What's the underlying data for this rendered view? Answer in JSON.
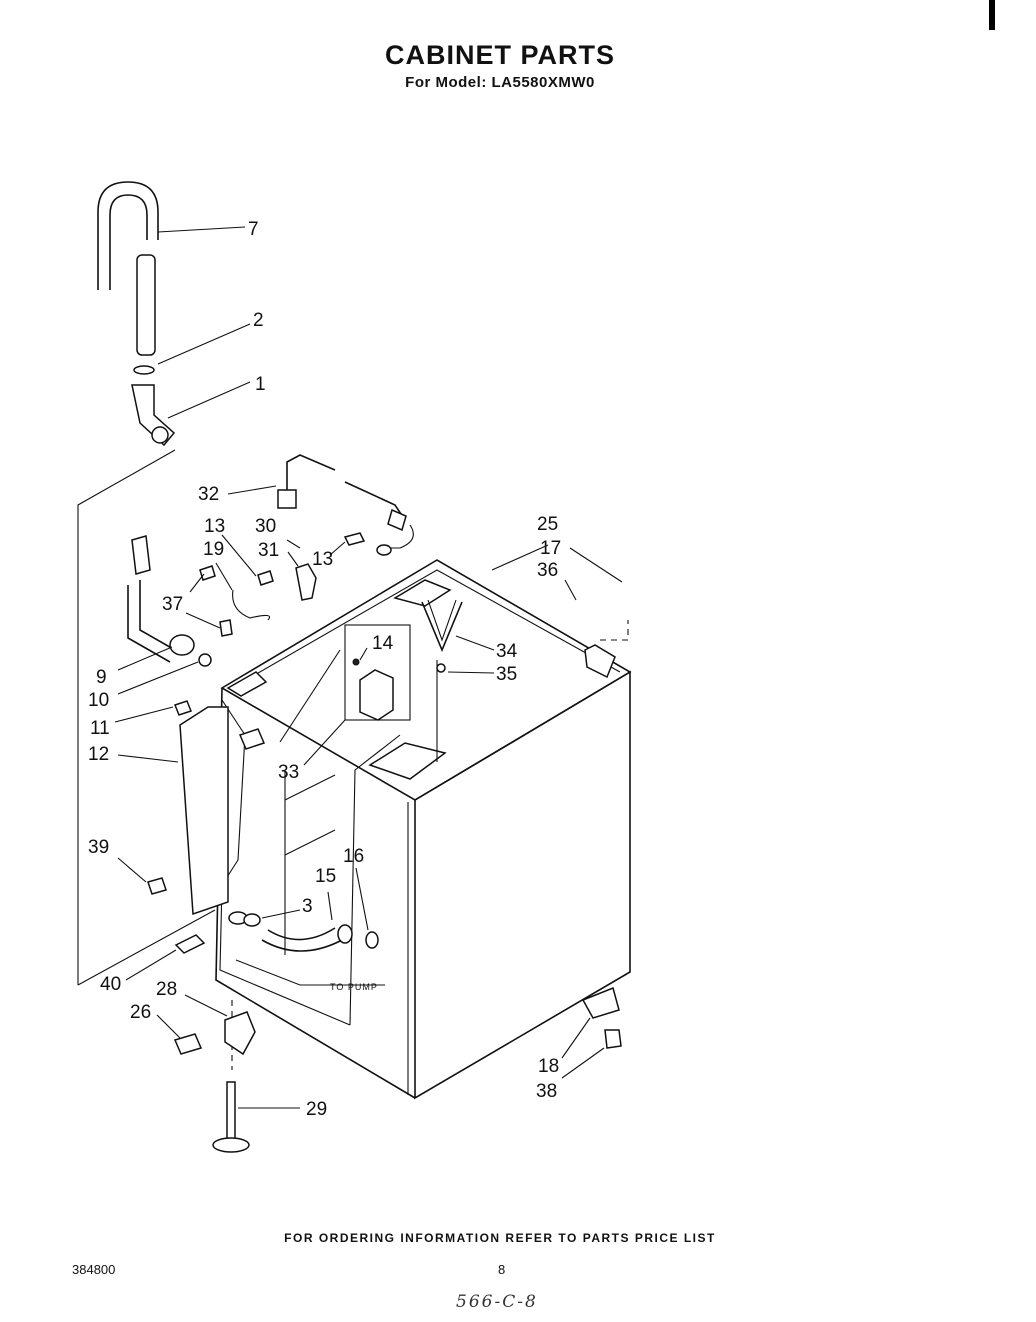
{
  "header": {
    "title": "CABINET PARTS",
    "subtitle": "For Model: LA5580XMW0"
  },
  "callouts": {
    "c1": "1",
    "c2": "2",
    "c3": "3",
    "c7": "7",
    "c9": "9",
    "c10": "10",
    "c11": "11",
    "c12": "12",
    "c13a": "13",
    "c13b": "13",
    "c14": "14",
    "c15": "15",
    "c16": "16",
    "c17": "17",
    "c18": "18",
    "c19": "19",
    "c25": "25",
    "c26": "26",
    "c28": "28",
    "c29": "29",
    "c30": "30",
    "c31": "31",
    "c32": "32",
    "c33": "33",
    "c34": "34",
    "c35": "35",
    "c36": "36",
    "c37": "37",
    "c38": "38",
    "c39": "39",
    "c40": "40"
  },
  "diagram_labels": {
    "to_pump": "TO PUMP"
  },
  "footer": {
    "ordering_note": "FOR ORDERING INFORMATION REFER TO PARTS PRICE LIST",
    "doc_number": "384800",
    "page_number": "8",
    "handwritten_note": "566-C-8"
  }
}
